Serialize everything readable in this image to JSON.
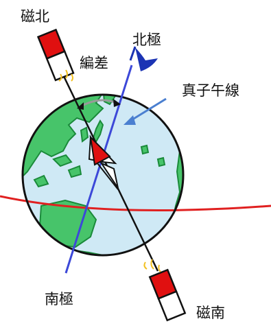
{
  "labels": {
    "magnetic_north": "磁北",
    "north_pole": "北極",
    "declination": "編差",
    "true_meridian": "真子午線",
    "south_pole": "南極",
    "magnetic_south": "磁南"
  },
  "colors": {
    "ocean": "#cfe9f5",
    "land": "#47c46a",
    "land_outline": "#1a8a3a",
    "equator": "#e02020",
    "true_axis": "#3c48d8",
    "magnetic_axis": "#111111",
    "compass_north": "#e01010",
    "flag": "#1c34b4",
    "spark": "#f2c020",
    "arrow_gray": "#999999",
    "pointer_arrow": "#4a7fd0"
  },
  "icons": {
    "flag": "flag-icon",
    "magnet_top": "bar-magnet-north-icon",
    "magnet_bottom": "bar-magnet-south-icon",
    "compass": "compass-needle-icon"
  }
}
